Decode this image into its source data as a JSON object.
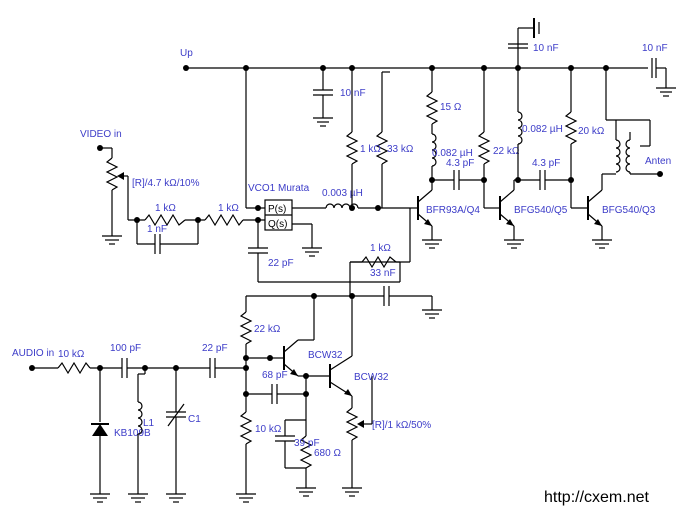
{
  "labels": {
    "up": "Up",
    "video_in": "VIDEO in",
    "audio_in": "AUDIO in",
    "anten": "Anten",
    "watermark": "http://cxem.net"
  },
  "components": {
    "r_video_pot": "[R]/4.7 kΩ/10%",
    "r_1k_a": "1 kΩ",
    "r_1k_b": "1 kΩ",
    "c_1nf": "1 nF",
    "vco": "VCO1 Murata",
    "vco_p": "P(s)",
    "vco_q": "Q(s)",
    "c_22pf_vco": "22 pF",
    "c_10nf_top1": "10 nF",
    "r_1k_c": "1 kΩ",
    "r_33k": "33 kΩ",
    "l_0003": "0.003 µH",
    "r_15": "15 Ω",
    "l_0082_a": "0.082 µH",
    "c_43_a": "4.3 pF",
    "r_22k_top": "22 kΩ",
    "q4": "BFR93A/Q4",
    "l_0082_b": "0.082 µH",
    "c_43_b": "4.3 pF",
    "q5": "BFG540/Q5",
    "r_20k": "20 kΩ",
    "q3": "BFG540/Q3",
    "c_10nf_top2": "10 nF",
    "c_10nf_out": "10 nF",
    "r_1k_fb": "1 kΩ",
    "c_33nf": "33 nF",
    "r_22k_mid": "22 kΩ",
    "q_bcw32_a": "BCW32",
    "q_bcw32_b": "BCW32",
    "c_68pf": "68 pF",
    "r_10k_b": "10 kΩ",
    "c_39pf": "39 pF",
    "r_680": "680 Ω",
    "r_pot_1k": "[R]/1 kΩ/50%",
    "r_10k_audio": "10 kΩ",
    "c_100pf": "100 pF",
    "c_22pf_audio": "22 pF",
    "l1": "L1",
    "c1": "C1",
    "d_kb": "KB109B"
  }
}
